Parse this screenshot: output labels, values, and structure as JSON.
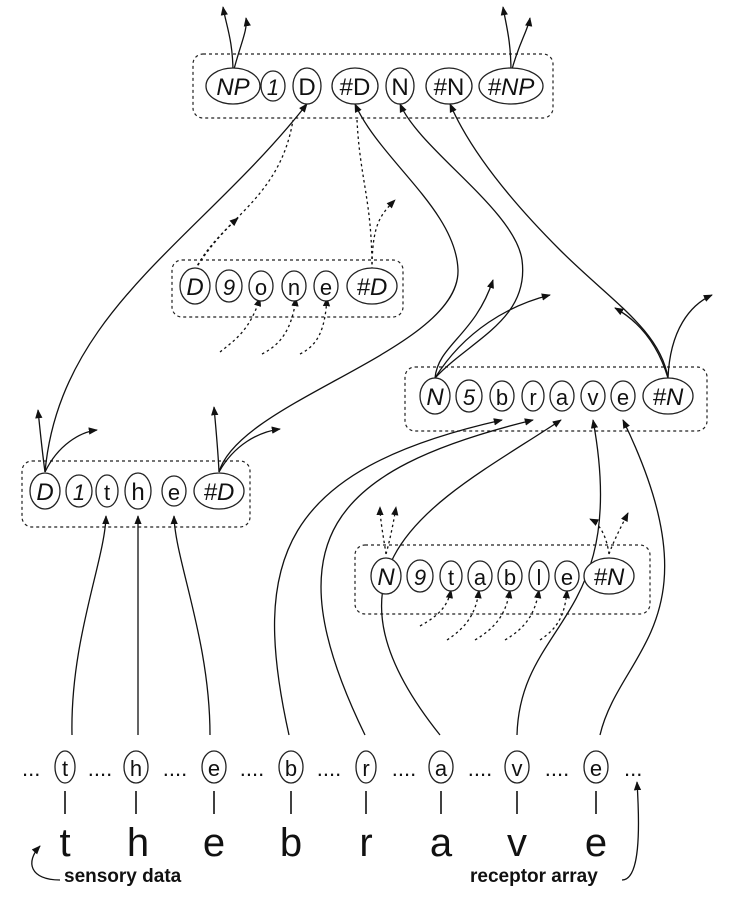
{
  "patterns": {
    "np": {
      "tokens": [
        "NP",
        "1",
        "D",
        "#D",
        "N",
        "#N",
        "#NP"
      ],
      "italic": [
        true,
        true,
        false,
        false,
        false,
        false,
        true
      ]
    },
    "done": {
      "tokens": [
        "D",
        "9",
        "o",
        "n",
        "e",
        "#D"
      ],
      "italic": [
        true,
        true,
        false,
        false,
        false,
        true
      ]
    },
    "the": {
      "tokens": [
        "D",
        "1",
        "t",
        "h",
        "e",
        "#D"
      ],
      "italic": [
        true,
        true,
        false,
        false,
        false,
        true
      ]
    },
    "brave": {
      "tokens": [
        "N",
        "5",
        "b",
        "r",
        "a",
        "v",
        "e",
        "#N"
      ],
      "italic": [
        true,
        true,
        false,
        false,
        false,
        false,
        false,
        true
      ]
    },
    "table": {
      "tokens": [
        "N",
        "9",
        "t",
        "a",
        "b",
        "l",
        "e",
        "#N"
      ],
      "italic": [
        true,
        true,
        false,
        false,
        false,
        false,
        false,
        true
      ]
    }
  },
  "receptor_row": {
    "leading_dots": "...",
    "letters": [
      "t",
      "h",
      "e",
      "b",
      "r",
      "a",
      "v",
      "e"
    ],
    "separator": "....",
    "trailing_dots": "..."
  },
  "sensory_row": {
    "letters": [
      "t",
      "h",
      "e",
      "b",
      "r",
      "a",
      "v",
      "e"
    ]
  },
  "labels": {
    "sensory_data": "sensory data",
    "receptor_array": "receptor array"
  }
}
